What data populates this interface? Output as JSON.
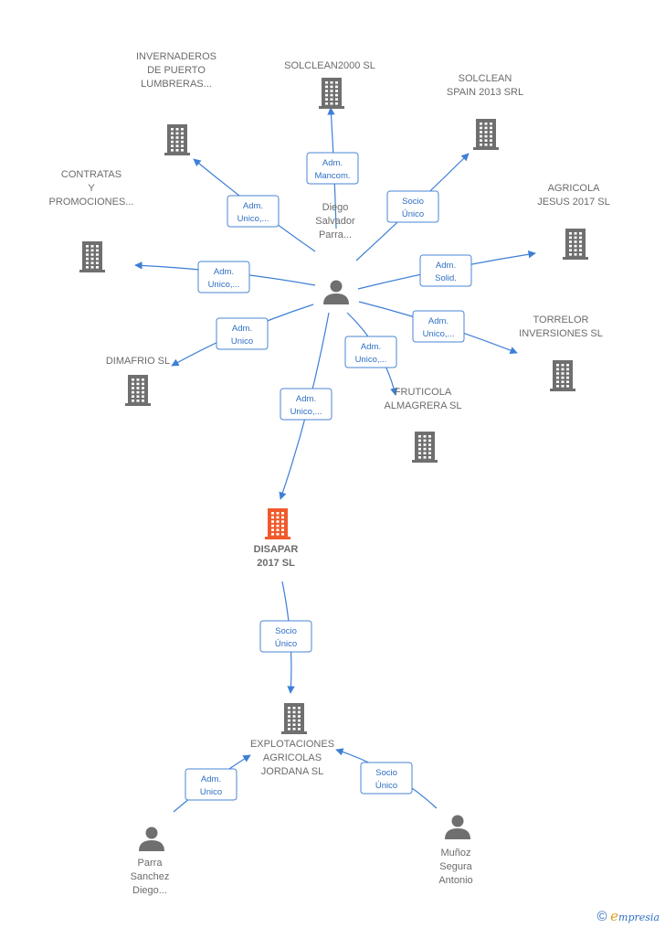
{
  "colors": {
    "building": "#6f6f6f",
    "focus_building": "#f05a2a",
    "person": "#6f6f6f",
    "edge": "#3d7fd6",
    "label_text": "#6b6b6b",
    "rel_text": "#2f6fc4",
    "brand_accent": "#e0a021"
  },
  "nodes": [
    {
      "id": "solclean2000",
      "type": "company",
      "lines": [
        "SOLCLEAN2000 SL"
      ]
    },
    {
      "id": "invernaderos",
      "type": "company",
      "lines": [
        "INVERNADEROS",
        "DE PUERTO",
        "LUMBRERAS..."
      ]
    },
    {
      "id": "solclean_spain",
      "type": "company",
      "lines": [
        "SOLCLEAN",
        "SPAIN 2013 SRL"
      ]
    },
    {
      "id": "contratas",
      "type": "company",
      "lines": [
        "CONTRATAS",
        "Y",
        "PROMOCIONES..."
      ]
    },
    {
      "id": "agricola_jesus",
      "type": "company",
      "lines": [
        "AGRICOLA",
        "JESUS 2017  SL"
      ]
    },
    {
      "id": "diego",
      "type": "person",
      "lines": [
        "Diego",
        "Salvador",
        "Parra..."
      ]
    },
    {
      "id": "torrelor",
      "type": "company",
      "lines": [
        "TORRELOR",
        "INVERSIONES SL"
      ]
    },
    {
      "id": "dimafrio",
      "type": "company",
      "lines": [
        "DIMAFRIO  SL"
      ]
    },
    {
      "id": "fruticola",
      "type": "company",
      "lines": [
        "FRUTICOLA",
        "ALMAGRERA SL"
      ]
    },
    {
      "id": "disapar",
      "type": "focus",
      "lines": [
        "DISAPAR",
        "2017  SL"
      ]
    },
    {
      "id": "explotaciones",
      "type": "company",
      "lines": [
        "EXPLOTACIONES",
        "AGRICOLAS",
        "JORDANA SL"
      ]
    },
    {
      "id": "parra_sanchez",
      "type": "person",
      "lines": [
        "Parra",
        "Sanchez",
        "Diego..."
      ]
    },
    {
      "id": "munoz",
      "type": "person",
      "lines": [
        "Muñoz",
        "Segura",
        "Antonio"
      ]
    }
  ],
  "relations": [
    {
      "from": "diego",
      "to": "solclean2000",
      "lines": [
        "Adm.",
        "Mancom."
      ]
    },
    {
      "from": "diego",
      "to": "invernaderos",
      "lines": [
        "Adm.",
        "Unico,..."
      ]
    },
    {
      "from": "diego",
      "to": "solclean_spain",
      "lines": [
        "Socio",
        "Único"
      ]
    },
    {
      "from": "diego",
      "to": "contratas",
      "lines": [
        "Adm.",
        "Unico,..."
      ]
    },
    {
      "from": "diego",
      "to": "agricola_jesus",
      "lines": [
        "Adm.",
        "Solid."
      ]
    },
    {
      "from": "diego",
      "to": "dimafrio",
      "lines": [
        "Adm.",
        "Unico"
      ]
    },
    {
      "from": "diego",
      "to": "torrelor",
      "lines": [
        "Adm.",
        "Unico,..."
      ]
    },
    {
      "from": "diego",
      "to": "fruticola",
      "lines": [
        "Adm.",
        "Unico,..."
      ]
    },
    {
      "from": "diego",
      "to": "disapar",
      "lines": [
        "Adm.",
        "Unico,..."
      ]
    },
    {
      "from": "disapar",
      "to": "explotaciones",
      "lines": [
        "Socio",
        "Único"
      ]
    },
    {
      "from": "parra_sanchez",
      "to": "explotaciones",
      "lines": [
        "Adm.",
        "Unico"
      ]
    },
    {
      "from": "munoz",
      "to": "explotaciones",
      "lines": [
        "Socio",
        "Único"
      ]
    }
  ],
  "footer": {
    "symbol": "©",
    "brand_initial": "e",
    "brand_rest": "mpresia"
  }
}
